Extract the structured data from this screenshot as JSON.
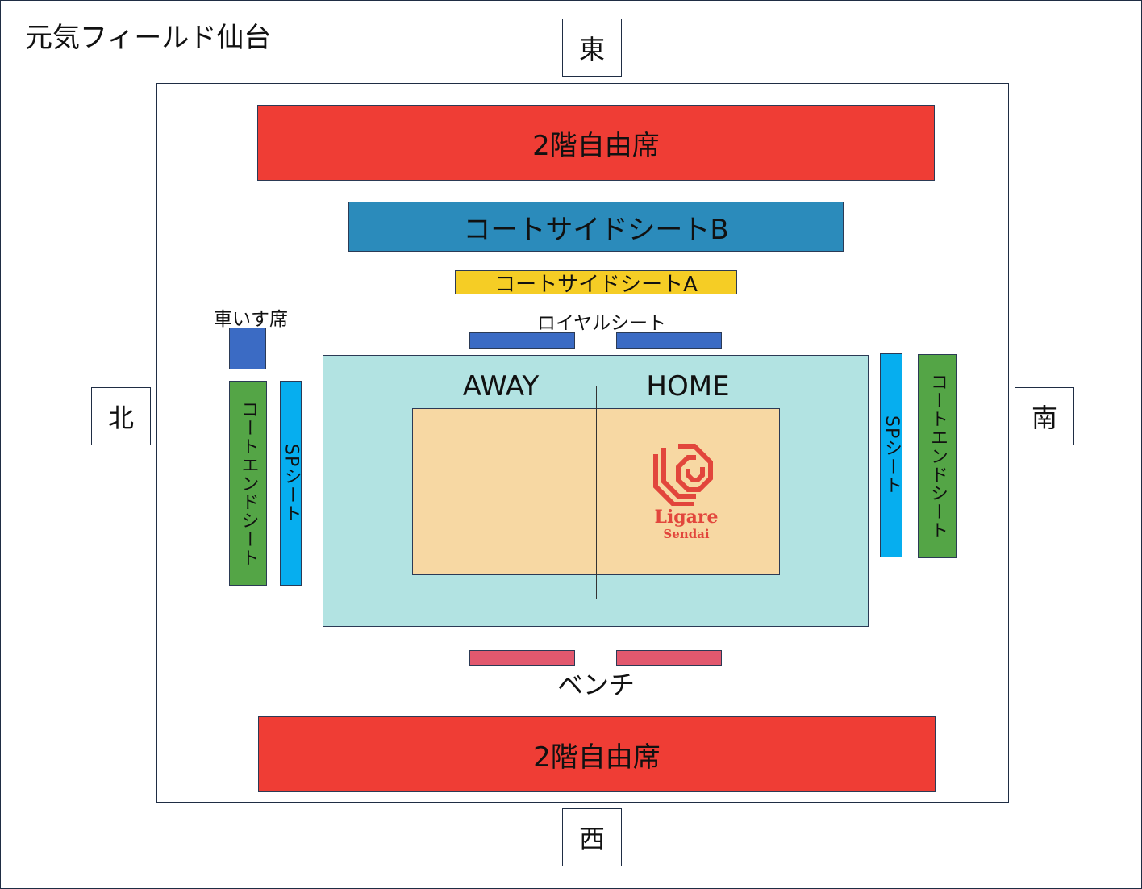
{
  "title": "元気フィールド仙台",
  "compass": {
    "east": "東",
    "west": "西",
    "north": "北",
    "south": "南"
  },
  "seats": {
    "upper_free_top": "2階自由席",
    "upper_free_bottom": "2階自由席",
    "courtside_b": "コートサイドシートB",
    "courtside_a": "コートサイドシートA",
    "royal": "ロイヤルシート",
    "wheelchair": "車いす席",
    "court_end_north": "コートエンドシート",
    "sp_north": "SPシート",
    "sp_south": "SPシート",
    "court_end_south": "コートエンドシート",
    "bench": "ベンチ"
  },
  "court": {
    "away": "AWAY",
    "home": "HOME"
  },
  "logo": {
    "line1": "Ligare",
    "line2": "Sendai"
  },
  "colors": {
    "upper_free": "#ef3d35",
    "courtside_b": "#2b8bbb",
    "courtside_a": "#f5cd25",
    "royal": "#3b6bc4",
    "wheelchair": "#3b6bc4",
    "court_end": "#54a546",
    "sp": "#06aeef",
    "bench": "#e2586e",
    "court_surround": "#b2e3e2",
    "court": "#f7d8a3",
    "logo": "#e2463c"
  }
}
